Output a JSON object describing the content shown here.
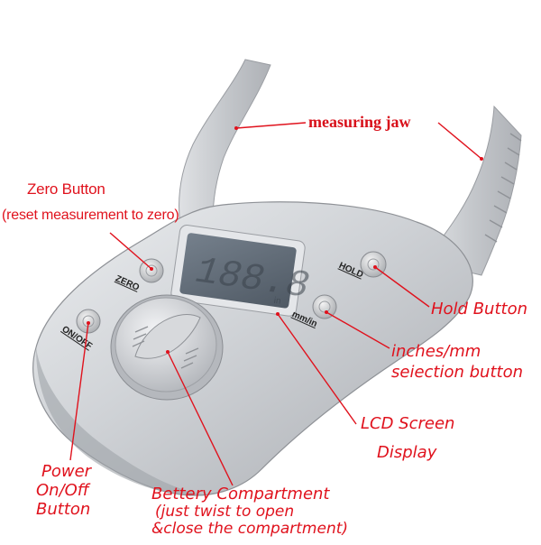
{
  "labels": {
    "measuring_jaw": "measuring jaw",
    "zero_button_line1": "Zero Button",
    "zero_button_line2": "(reset measurement to zero)",
    "hold_button": "Hold Button",
    "unit_button_line1": "inches/mm",
    "unit_button_line2": "seiection button",
    "lcd_line1": "LCD Screen",
    "lcd_line2": "Display",
    "power_line1": "Power",
    "power_line2": "On/Off",
    "power_line3": "Button",
    "battery_line1": "Bettery Compartment",
    "battery_line2": "(just twist to open",
    "battery_line3": "&close the compartment)"
  },
  "device": {
    "zero_text": "ZERO",
    "hold_text": "HOLD",
    "unit_text": "mm/in",
    "power_text": "ON/OFF",
    "lcd_reading": "188.8",
    "lcd_unit": "in"
  },
  "colors": {
    "callout": "#e0121d",
    "device_body": "#c9cbcf",
    "lcd_background": "#5e6975"
  }
}
